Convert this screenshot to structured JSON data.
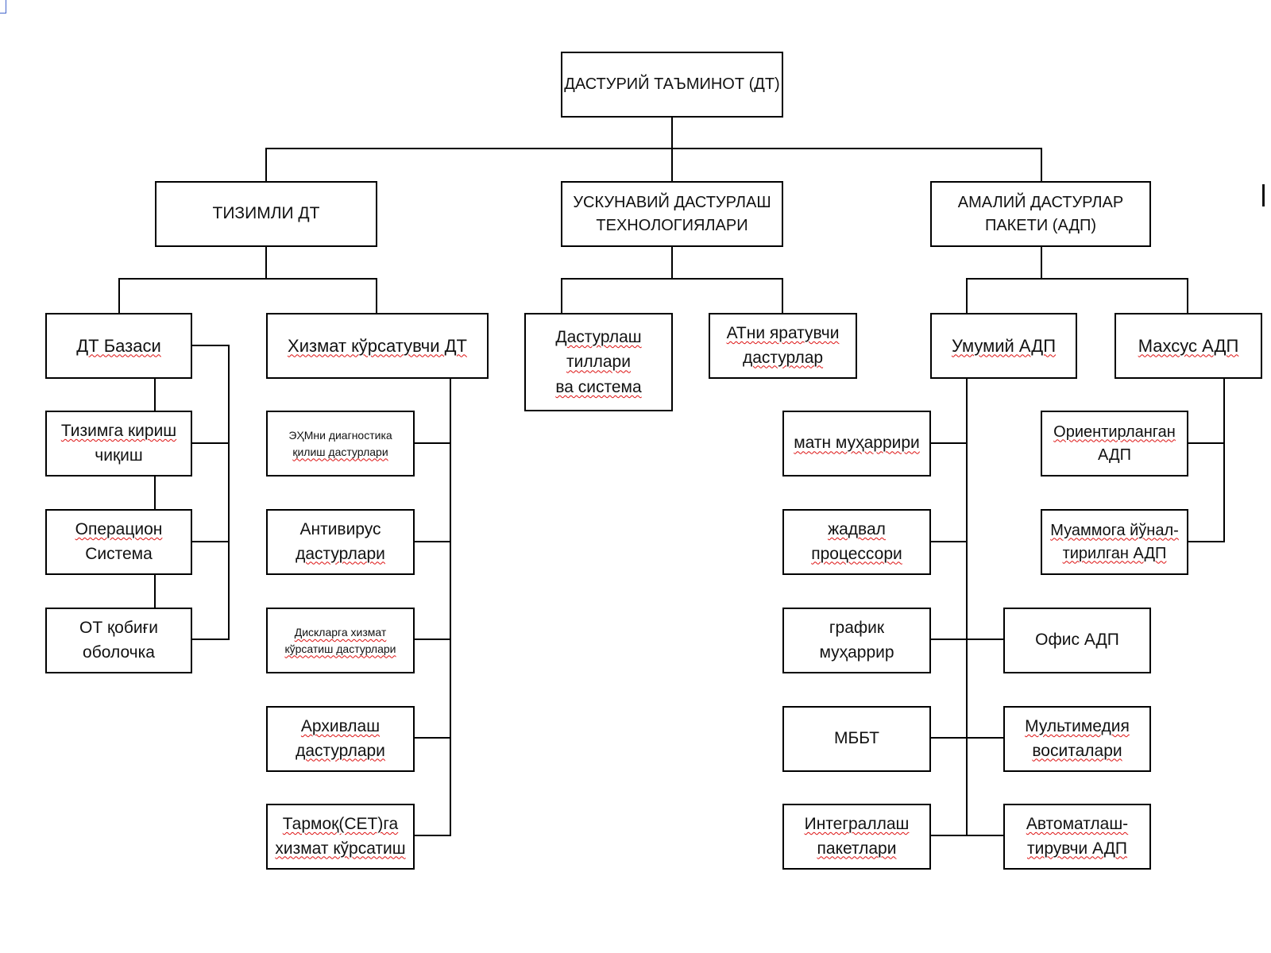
{
  "root": {
    "line1": "ДАСТУРИЙ ТАЪМИНОТ (ДТ)"
  },
  "level1": {
    "system": {
      "line1": "ТИЗИМЛИ ДТ"
    },
    "tools": {
      "line1": "УСКУНАВИЙ ДАСТУРЛАШ",
      "line2": "ТЕХНОЛОГИЯЛАРИ"
    },
    "applied": {
      "line1": "АМАЛИЙ ДАСТУРЛАР",
      "line2": "ПАКЕТИ (АДП)"
    }
  },
  "system_branch": {
    "base": {
      "line1": "ДТ  Базаси"
    },
    "service": {
      "line1": "Хизмат кўрсатувчи ДТ"
    },
    "base_items": [
      {
        "line1": "Тизимга кириш",
        "line2": "чиқиш"
      },
      {
        "line1": "Операцион",
        "line2": "Система"
      },
      {
        "line1": "ОТ қобиғи",
        "line2": "оболочка"
      }
    ],
    "service_items": [
      {
        "line1": "ЭҲМни диагностика",
        "line2": "қилиш дастурлари"
      },
      {
        "line1": "Антивирус",
        "line2": "дастурлари"
      },
      {
        "line1": "Дискларга хизмат",
        "line2": "кўрсатиш дастурлари"
      },
      {
        "line1": "Архивлаш",
        "line2": "дастурлари"
      },
      {
        "line1": "Тармоқ(СЕТ)га",
        "line2": "хизмат кўрсатиш"
      }
    ]
  },
  "tools_branch": {
    "languages": {
      "line1": "Дастурлаш",
      "line2": "тиллари",
      "line3": "ва система"
    },
    "ai_creators": {
      "line1": "АТни яратувчи",
      "line2": "дастурлар"
    }
  },
  "applied_branch": {
    "general": {
      "line1": "Умумий АДП"
    },
    "special": {
      "line1": "Махсус АДП"
    },
    "general_left": [
      {
        "line1": "матн муҳаррири"
      },
      {
        "line1": "жадвал",
        "line2": "процессори"
      },
      {
        "line1": "график",
        "line2": "муҳаррир"
      },
      {
        "line1": "МББТ"
      },
      {
        "line1": "Интеграллаш",
        "line2": "пакетлари"
      }
    ],
    "general_right": [
      {
        "line1": "Офис АДП"
      },
      {
        "line1": "Мультимедия",
        "line2": "воситалари"
      },
      {
        "line1": "Автоматлаш-",
        "line2": "тирувчи АДП"
      }
    ],
    "special_items": [
      {
        "line1": "Ориентирланган",
        "line2": "АДП"
      },
      {
        "line1": "Муаммога йўнал-",
        "line2": "тирилган АДП"
      }
    ]
  }
}
